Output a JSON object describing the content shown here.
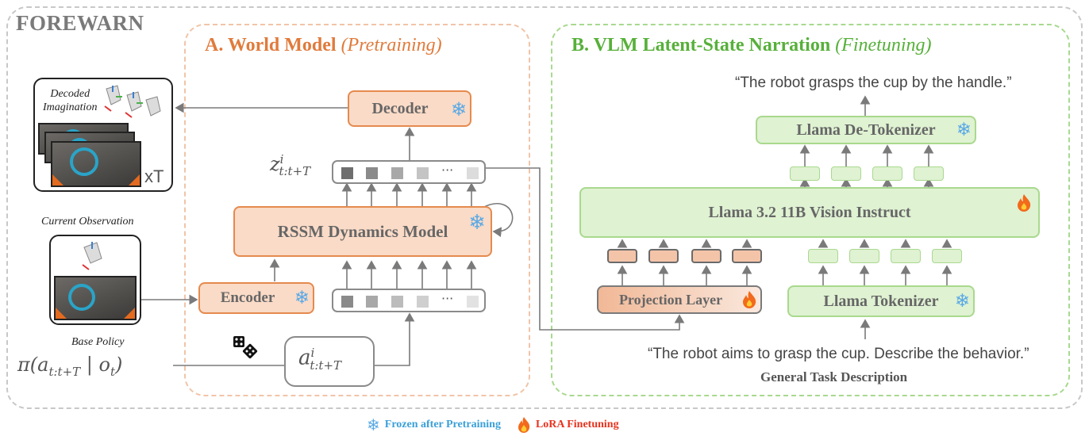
{
  "title": "FOREWARN",
  "panel_a": {
    "title": "A. World Model",
    "subtitle": "(Pretraining)"
  },
  "panel_b": {
    "title": "B. VLM Latent-State Narration",
    "subtitle": "(Finetuning)"
  },
  "blocks": {
    "decoder": "Decoder",
    "rssm": "RSSM Dynamics Model",
    "encoder": "Encoder",
    "projection": "Projection Layer",
    "llama_vision": "Llama 3.2 11B Vision Instruct",
    "de_tokenizer": "Llama De-Tokenizer",
    "tokenizer": "Llama Tokenizer"
  },
  "labels": {
    "decoded_imagination_1": "Decoded",
    "decoded_imagination_2": "Imagination",
    "xT": "xT",
    "current_observation": "Current Observation",
    "base_policy": "Base Policy",
    "policy_expr": "π(a",
    "policy_sub": "t:t+T",
    "policy_cond": " | o",
    "policy_cond_sub": "t",
    "policy_close": ")",
    "z_main": "z",
    "z_sup": "i",
    "z_sub": "t:t+T",
    "a_main": "a",
    "a_sup": "i",
    "a_sub": "t:t+T",
    "ellipsis": "···"
  },
  "texts": {
    "output_quote": "“The robot grasps the cup by the handle.”",
    "input_quote": "“The robot aims to grasp the cup. Describe the behavior.”",
    "general_task": "General Task Description"
  },
  "legend": {
    "frozen": "Frozen after Pretraining",
    "lora": "LoRA Finetuning",
    "frozen_color": "#3aa0d8",
    "lora_color": "#e8321e"
  },
  "icons": {
    "frozen": "snowflake-icon",
    "lora": "fire-icon",
    "dice": "dice-icon"
  }
}
